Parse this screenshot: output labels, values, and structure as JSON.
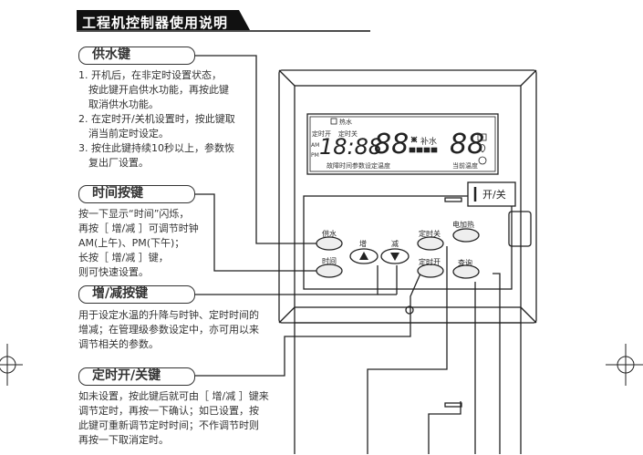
{
  "title": "工程机控制器使用说明",
  "sections": {
    "water": {
      "heading": "供水键",
      "lines": [
        "1. 开机后，在非定时设置状态，",
        "按此键开启供水功能，再按此键",
        "取消供水功能。",
        "2. 在定时开/关机设置时，按此键取",
        "消当前定时设定。",
        "3. 按住此键持续10秒以上，参数恢",
        "复出厂设置。"
      ]
    },
    "time": {
      "heading": "时间按键",
      "lines": [
        "按一下显示“时间”闪烁，",
        "再按［ 增/减 ］可调节时钟",
        "AM(上午)、PM(下午)；",
        "长按［ 增/减 ］键，",
        "则可快速设置。"
      ]
    },
    "updown": {
      "heading": "增/减按键",
      "lines": [
        "用于设定水温的升降与时钟、定时时间的",
        "增减；在管理级参数设定中，亦可用以来",
        "调节相关的参数。"
      ]
    },
    "timer": {
      "heading": "定时开/关键",
      "lines": [
        "如未设置，按此键后就可由［ 增/减 ］键来",
        "调节定时，再按一下确认；如已设置，按",
        "此键可重新调节定时时间；不作调节时则",
        "再按一下取消定时。"
      ]
    }
  },
  "lcd": {
    "hot_water": "热水",
    "timer_on": "定时开",
    "timer_off": "定时关",
    "am": "AM",
    "pm": "PM",
    "clock_digits": "18:88",
    "set_digits": "88",
    "fan_label": "补水",
    "cur_digits": "88",
    "bottom_left": "故障时间参数设定温度",
    "bottom_right": "当前温度"
  },
  "controller": {
    "power_label": "开/关",
    "water_btn": "供水",
    "time_btn": "时间",
    "up_label": "增",
    "down_label": "减",
    "timer_off_btn": "定时关",
    "timer_on_btn": "定时开",
    "heater_btn": "电加热",
    "query_btn": "查询"
  }
}
